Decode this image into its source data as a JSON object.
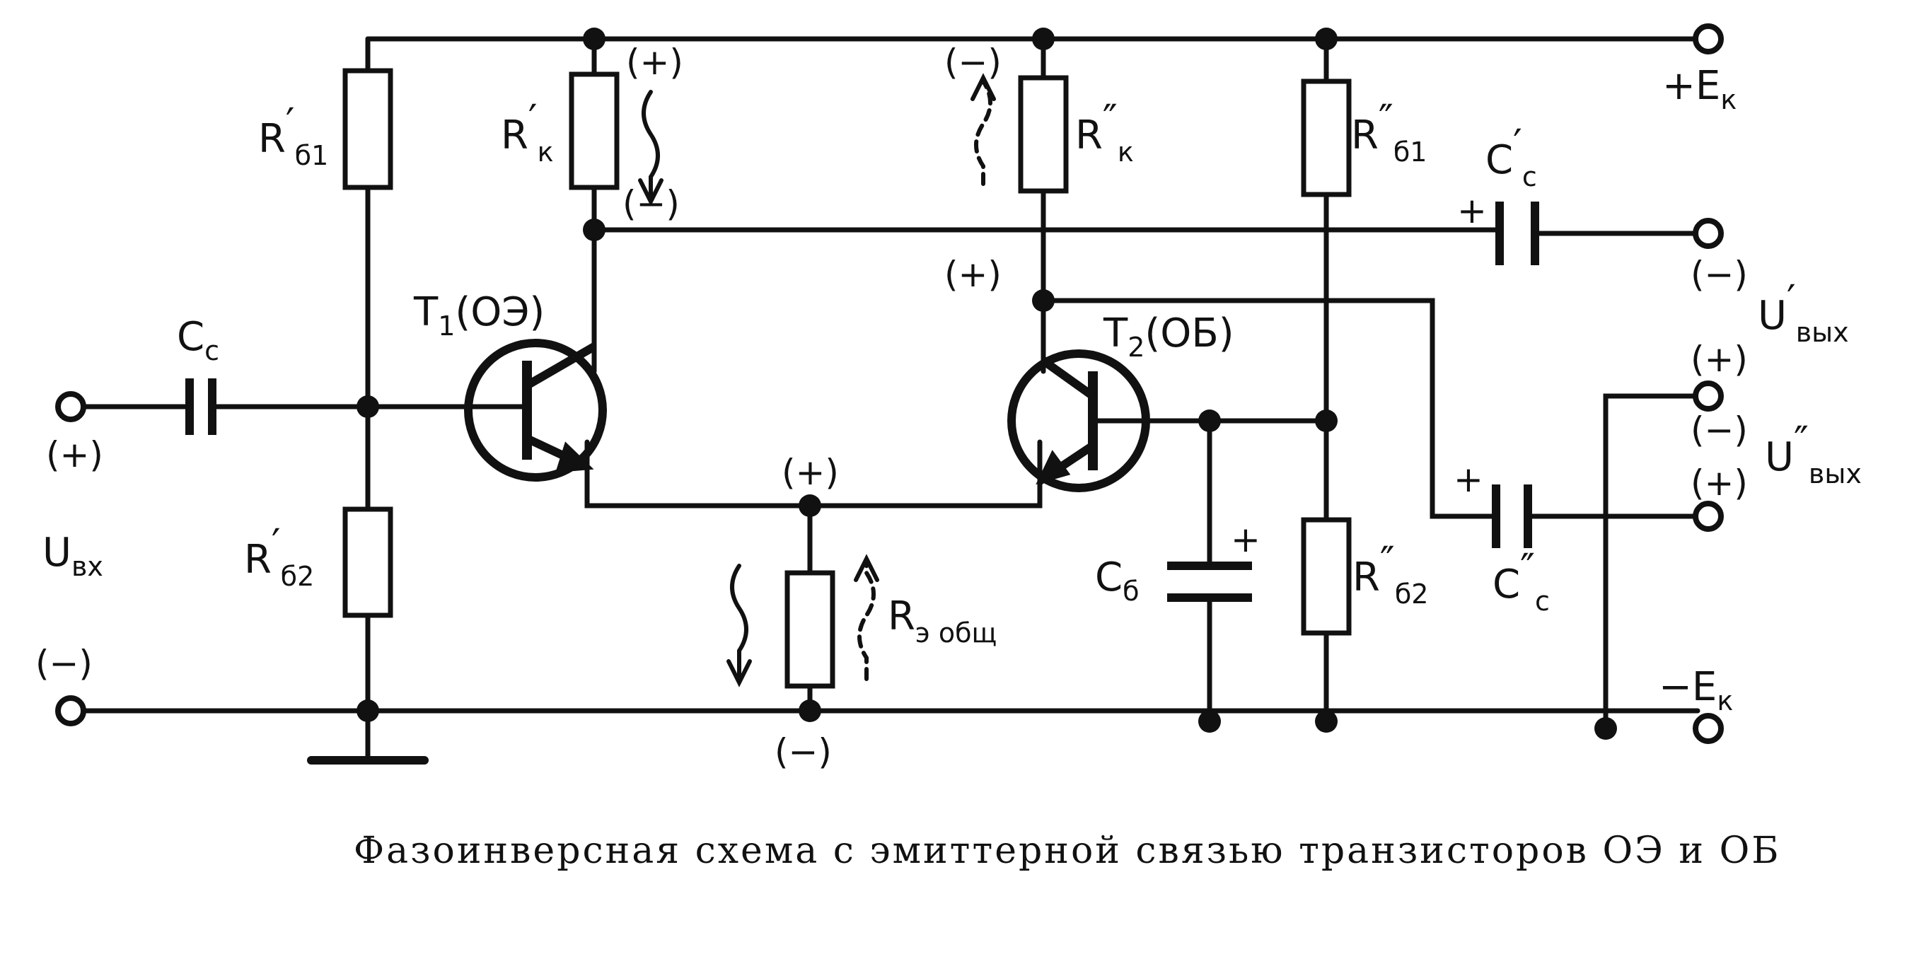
{
  "caption": "Фазоинверсная схема с эмиттерной связью транзисторов ОЭ и ОБ",
  "colors": {
    "ink": "#111111",
    "paper": "#ffffff"
  },
  "labels": {
    "rb1p": "R",
    "rb1p_sub": "б1",
    "rb1p_mark": "′",
    "rkp": "R",
    "rkp_sub": "к",
    "rkp_mark": "′",
    "rkpp": "R",
    "rkpp_sub": "к",
    "rkpp_mark": "″",
    "rb1pp": "R",
    "rb1pp_sub": "б1",
    "rb1pp_mark": "″",
    "rb2p": "R",
    "rb2p_sub": "б2",
    "rb2p_mark": "′",
    "rb2pp": "R",
    "rb2pp_sub": "б2",
    "rb2pp_mark": "″",
    "re": "R",
    "re_sub": "э общ",
    "cc": "C",
    "cc_sub": "c",
    "cb": "C",
    "cb_sub": "б",
    "ccp": "C",
    "ccp_sub": "c",
    "ccp_mark": "′",
    "ccpp": "C",
    "ccpp_sub": "c",
    "ccpp_mark": "″",
    "t1": "T",
    "t1_sub": "1",
    "t1_mode": "(ОЭ)",
    "t2": "T",
    "t2_sub": "2",
    "t2_mode": "(ОБ)",
    "ek_plus": "+E",
    "ek_plus_sub": "к",
    "ek_minus": "−E",
    "ek_minus_sub": "к",
    "uin": "U",
    "uin_sub": "вх",
    "uout1": "U",
    "uout1_sub": "вых",
    "uout1_mark": "′",
    "uout2": "U",
    "uout2_sub": "вых",
    "uout2_mark": "″",
    "plus": "+",
    "pol_plus": "(+)",
    "pol_minus": "(−)"
  }
}
